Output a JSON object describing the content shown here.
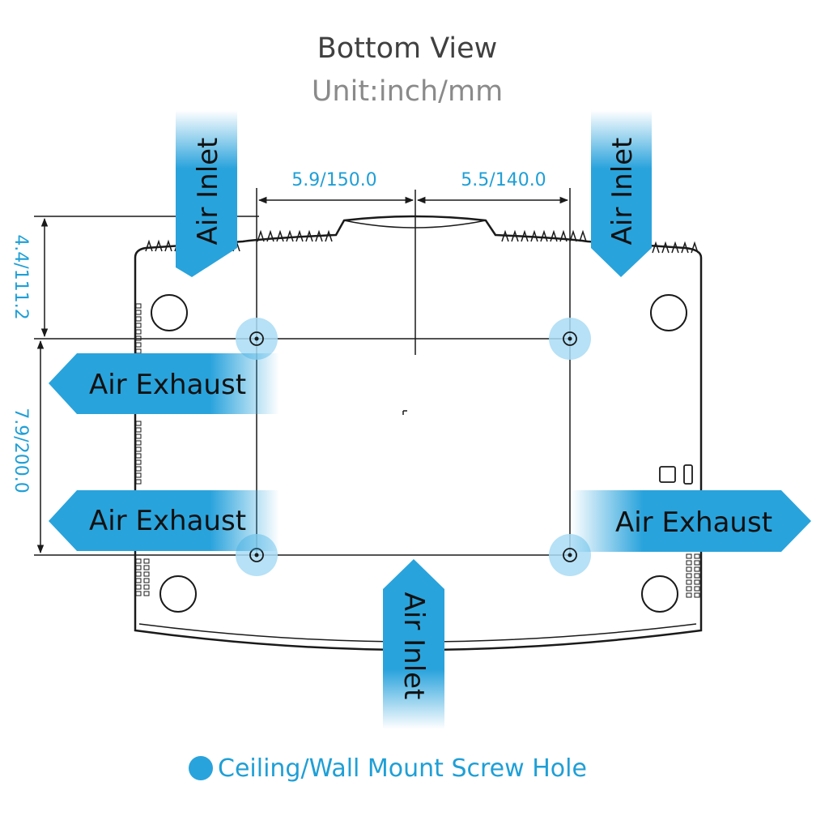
{
  "title": "Bottom View",
  "unit": "Unit:inch/mm",
  "dimensions": {
    "top_left": "5.9/150.0",
    "top_right": "5.5/140.0",
    "side_top": "4.4/111.2",
    "side_bottom": "7.9/200.0"
  },
  "airflow": {
    "inlet_left": "Air Inlet",
    "inlet_right": "Air Inlet",
    "inlet_bottom": "Air Inlet",
    "exhaust_left_top": "Air Exhaust",
    "exhaust_left_bottom": "Air Exhaust",
    "exhaust_right": "Air Exhaust"
  },
  "legend": {
    "label": "Ceiling/Wall Mount Screw Hole"
  },
  "colors": {
    "accent": "#29a3dc",
    "accent_text": "#1f9fd6",
    "outline": "#1a1a1a",
    "title": "#404040",
    "subtitle": "#8a8a8a",
    "screw_halo": "#a9dcf4"
  }
}
